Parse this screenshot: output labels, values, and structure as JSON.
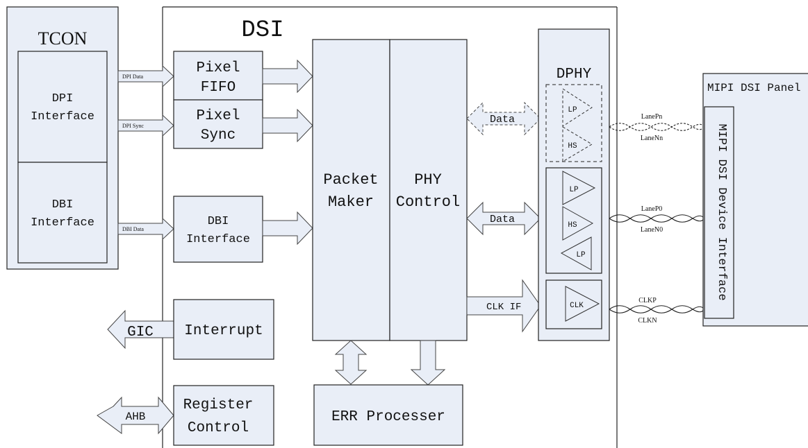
{
  "tcon": {
    "title": "TCON",
    "dpi_line1": "DPI",
    "dpi_line2": "Interface",
    "dbi_line1": "DBI",
    "dbi_line2": "Interface"
  },
  "dsi": {
    "title": "DSI",
    "pixel_fifo_line1": "Pixel",
    "pixel_fifo_line2": "FIFO",
    "pixel_sync_line1": "Pixel",
    "pixel_sync_line2": "Sync",
    "dbi_if_line1": "DBI",
    "dbi_if_line2": "Interface",
    "interrupt": "Interrupt",
    "register_line1": "Register",
    "register_line2": "Control",
    "packet_line1": "Packet",
    "packet_line2": "Maker",
    "phy_line1": "PHY",
    "phy_line2": "Control",
    "err": "ERR Processer"
  },
  "arrows": {
    "dpi_data": "DPI Data",
    "dpi_sync": "DPI Sync",
    "dbi_data": "DBI Data",
    "gic": "GIC",
    "ahb": "AHB",
    "data1": "Data",
    "data2": "Data",
    "clk_if": "CLK IF"
  },
  "dphy": {
    "title": "DPHY",
    "lp": "LP",
    "hs": "HS",
    "clk": "CLK"
  },
  "wires": {
    "lane_pn": "LanePn",
    "lane_nn": "LaneNn",
    "lane_p0": "LaneP0",
    "lane_n0": "LaneN0",
    "clkp": "CLKP",
    "clkn": "CLKN"
  },
  "panel": {
    "title": "MIPI DSI Panel",
    "device_if": "MIPI DSI Device Interface"
  }
}
